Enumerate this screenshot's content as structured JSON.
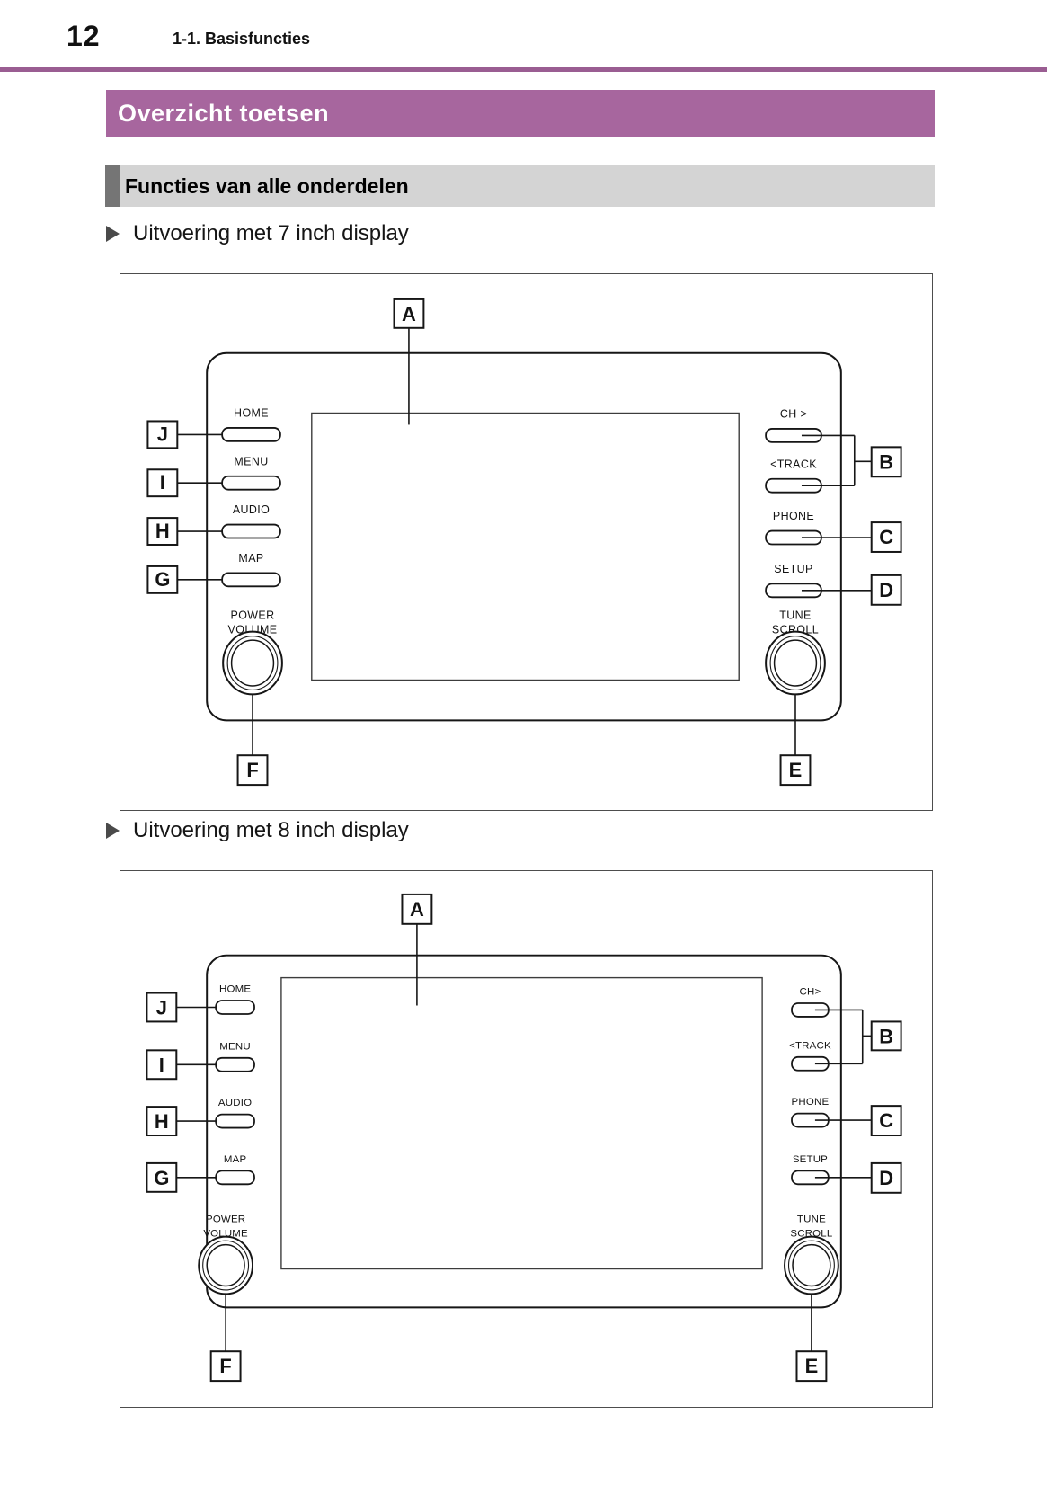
{
  "page": {
    "number": "12",
    "breadcrumb": "1-1. Basisfuncties",
    "banner_title": "Overzicht toetsen",
    "section_title": "Functies van alle onderdelen"
  },
  "headings": {
    "display7": "Uitvoering met 7 inch display",
    "display8": "Uitvoering met 8 inch display"
  },
  "diagram7": {
    "screen_callout": "A",
    "left_rows": [
      {
        "label": "HOME",
        "callout": "J"
      },
      {
        "label": "MENU",
        "callout": "I"
      },
      {
        "label": "AUDIO",
        "callout": "H"
      },
      {
        "label": "MAP",
        "callout": "G"
      }
    ],
    "right_rows": [
      {
        "label": "CH >"
      },
      {
        "label": "<TRACK"
      },
      {
        "label": "PHONE",
        "callout": "C"
      },
      {
        "label": "SETUP",
        "callout": "D"
      }
    ],
    "track_group_callout": "B",
    "volume_knob": {
      "line1": "POWER",
      "line2": "VOLUME",
      "callout": "F"
    },
    "tune_knob": {
      "line1": "TUNE",
      "line2": "SCROLL",
      "callout": "E"
    }
  },
  "diagram8": {
    "screen_callout": "A",
    "left_rows": [
      {
        "label": "HOME",
        "callout": "J"
      },
      {
        "label": "MENU",
        "callout": "I"
      },
      {
        "label": "AUDIO",
        "callout": "H"
      },
      {
        "label": "MAP",
        "callout": "G"
      }
    ],
    "right_rows": [
      {
        "label": "CH>"
      },
      {
        "label": "<TRACK"
      },
      {
        "label": "PHONE",
        "callout": "C"
      },
      {
        "label": "SETUP",
        "callout": "D"
      }
    ],
    "track_group_callout": "B",
    "volume_knob": {
      "line1": "POWER",
      "line2": "VOLUME",
      "callout": "F"
    },
    "tune_knob": {
      "line1": "TUNE",
      "line2": "SCROLL",
      "callout": "E"
    }
  },
  "colors": {
    "accent_purple": "#a7669e",
    "rule_purple": "#9a5d92",
    "section_gray": "#d4d4d4",
    "section_bar_gray": "#757575"
  }
}
